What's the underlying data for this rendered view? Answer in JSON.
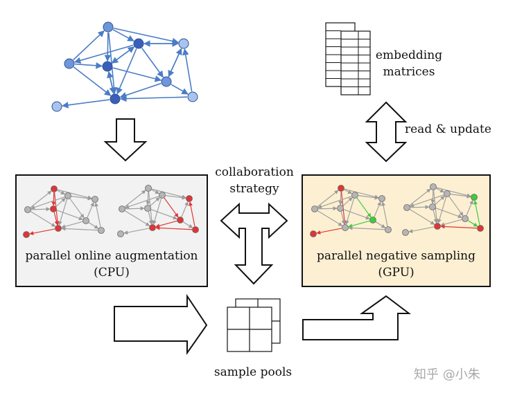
{
  "labels": {
    "embedding": "embedding\nmatrices",
    "read_update": "read & update",
    "collaboration": "collaboration\nstrategy",
    "cpu": "parallel online augmentation\n(CPU)",
    "gpu": "parallel negative sampling\n(GPU)",
    "sample_pools": "sample pools"
  },
  "watermark": "知乎 @小朱",
  "colors": {
    "graph_edge": "#4a7cc7",
    "node_dark": "#3b5fb8",
    "node_mid": "#6f96d8",
    "node_light": "#a8c4ec",
    "gray_node": "#b5b5b5",
    "red": "#e03535",
    "green": "#3ccc3c",
    "cpu_bg": "#f2f2f2",
    "gpu_bg": "#fdf0d2"
  }
}
